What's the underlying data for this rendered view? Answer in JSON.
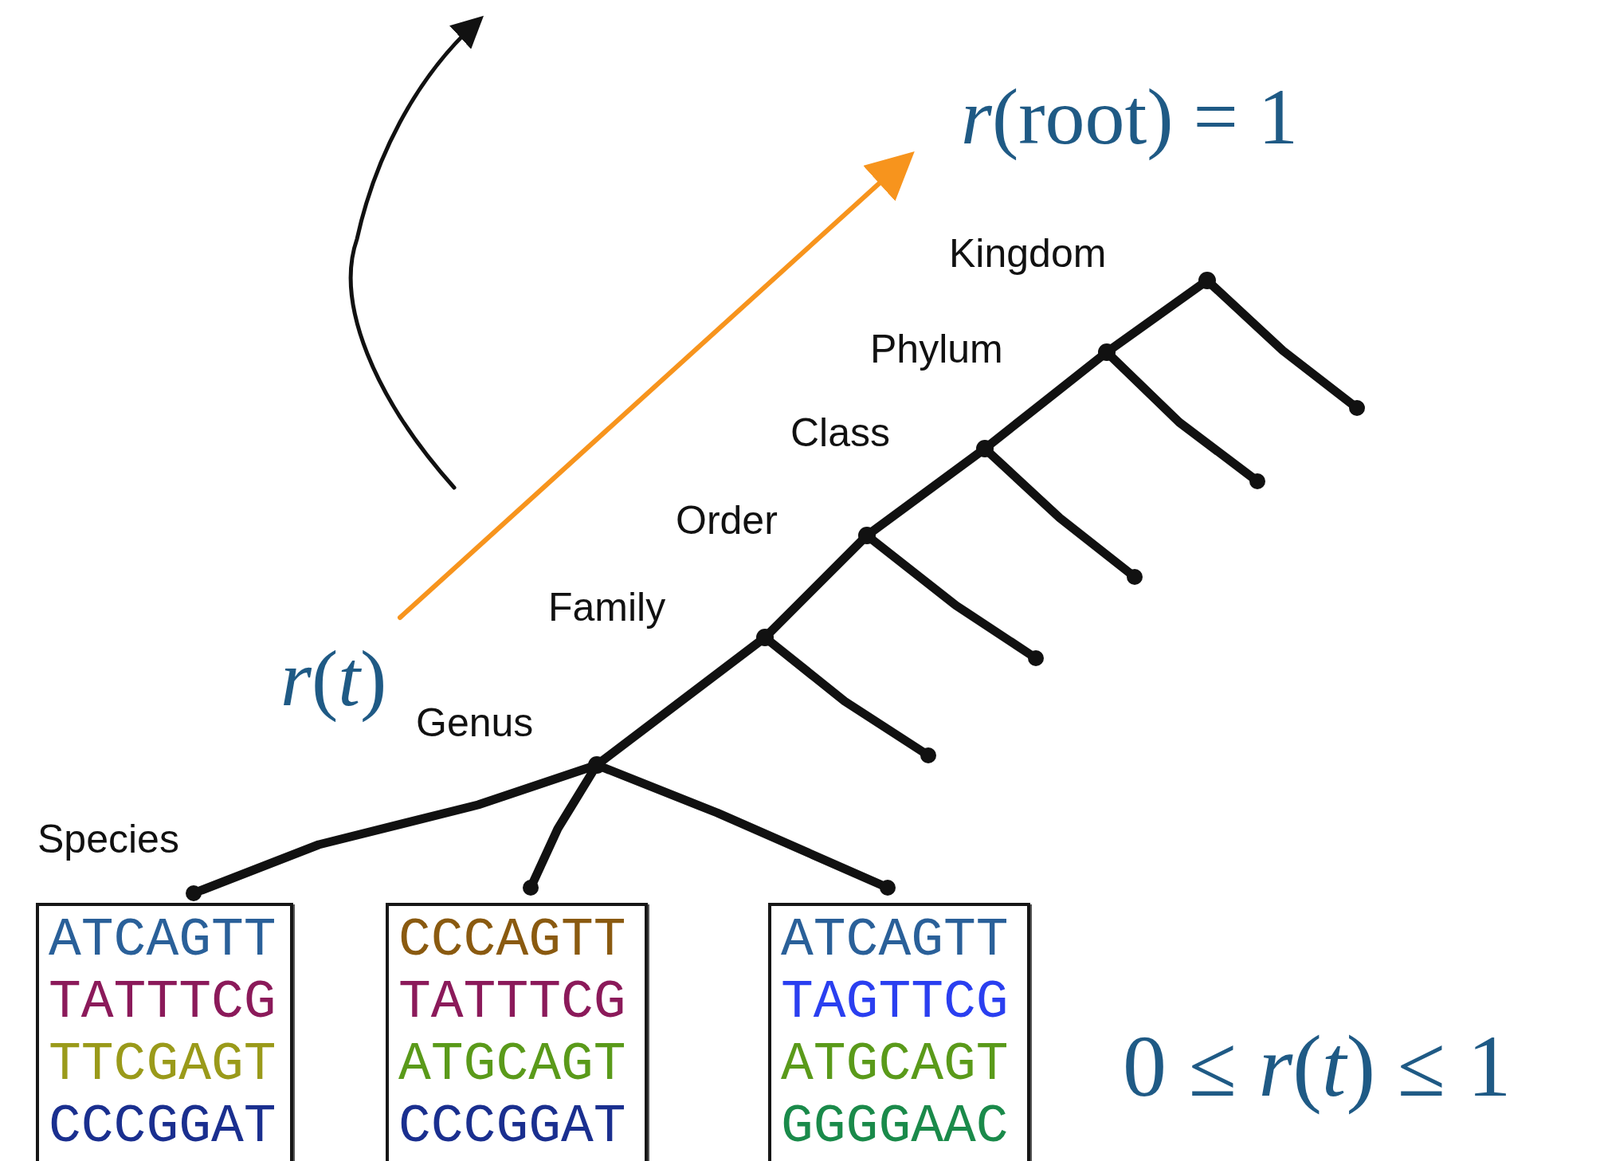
{
  "diagram": {
    "nodes": [
      {
        "text": [
          "ATCAGTT",
          "TATTTCG",
          "TTCGAGT",
          "CCCGGAT"
        ]
      },
      {
        "text": [
          "CCCAGTT",
          "TATTTCG",
          "ATGCAGT",
          "CCCGGAT"
        ]
      },
      {
        "text": [
          "ATCAGTT",
          "TAGTTCG",
          "ATGCAGT",
          "GGGGAAC"
        ]
      }
    ],
    "labels": [
      "r(root) = 1",
      "Kingdom",
      "Phylum",
      "Class",
      "Order",
      "Family",
      "r(t)",
      "Genus",
      "Species",
      "0 ≤ r(t) ≤ 1"
    ]
  }
}
